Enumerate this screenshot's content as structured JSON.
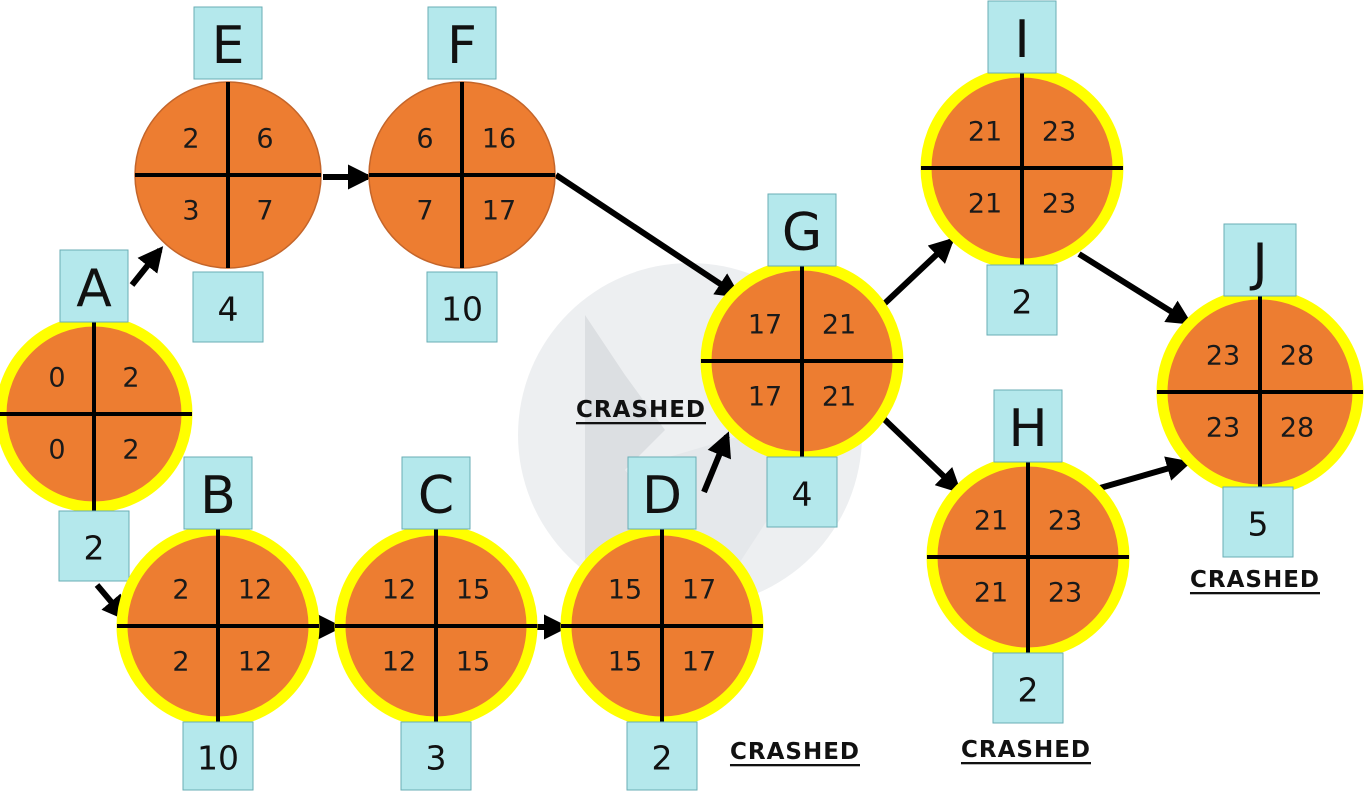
{
  "colors": {
    "node_fill": "#ED7D31",
    "node_ring": "#FFFF00",
    "label_box": "#B4E8EC",
    "arrow": "#000000",
    "watermark": "#D9DCDF"
  },
  "nodes": [
    {
      "id": "A",
      "letter": "A",
      "es": "0",
      "ef": "2",
      "ls": "0",
      "lf": "2",
      "duration": "2",
      "critical": true
    },
    {
      "id": "E",
      "letter": "E",
      "es": "2",
      "ef": "6",
      "ls": "3",
      "lf": "7",
      "duration": "4",
      "critical": false
    },
    {
      "id": "F",
      "letter": "F",
      "es": "6",
      "ef": "16",
      "ls": "7",
      "lf": "17",
      "duration": "10",
      "critical": false
    },
    {
      "id": "B",
      "letter": "B",
      "es": "2",
      "ef": "12",
      "ls": "2",
      "lf": "12",
      "duration": "10",
      "critical": true
    },
    {
      "id": "C",
      "letter": "C",
      "es": "12",
      "ef": "15",
      "ls": "12",
      "lf": "15",
      "duration": "3",
      "critical": true
    },
    {
      "id": "D",
      "letter": "D",
      "es": "15",
      "ef": "17",
      "ls": "15",
      "lf": "17",
      "duration": "2",
      "critical": true
    },
    {
      "id": "G",
      "letter": "G",
      "es": "17",
      "ef": "21",
      "ls": "17",
      "lf": "21",
      "duration": "4",
      "critical": true
    },
    {
      "id": "I",
      "letter": "I",
      "es": "21",
      "ef": "23",
      "ls": "21",
      "lf": "23",
      "duration": "2",
      "critical": true
    },
    {
      "id": "H",
      "letter": "H",
      "es": "21",
      "ef": "23",
      "ls": "21",
      "lf": "23",
      "duration": "2",
      "critical": true
    },
    {
      "id": "J",
      "letter": "J",
      "es": "23",
      "ef": "28",
      "ls": "23",
      "lf": "28",
      "duration": "5",
      "critical": true
    }
  ],
  "edges": [
    {
      "from": "A",
      "to": "E"
    },
    {
      "from": "E",
      "to": "F"
    },
    {
      "from": "F",
      "to": "G"
    },
    {
      "from": "A",
      "to": "B"
    },
    {
      "from": "B",
      "to": "C"
    },
    {
      "from": "C",
      "to": "D"
    },
    {
      "from": "D",
      "to": "G"
    },
    {
      "from": "G",
      "to": "I"
    },
    {
      "from": "G",
      "to": "H"
    },
    {
      "from": "I",
      "to": "J"
    },
    {
      "from": "H",
      "to": "J"
    }
  ],
  "crash_labels": [
    {
      "id": "crash-g",
      "text": "CRASHED"
    },
    {
      "id": "crash-d",
      "text": "CRASHED"
    },
    {
      "id": "crash-h",
      "text": "CRASHED"
    },
    {
      "id": "crash-j",
      "text": "CRASHED"
    }
  ]
}
